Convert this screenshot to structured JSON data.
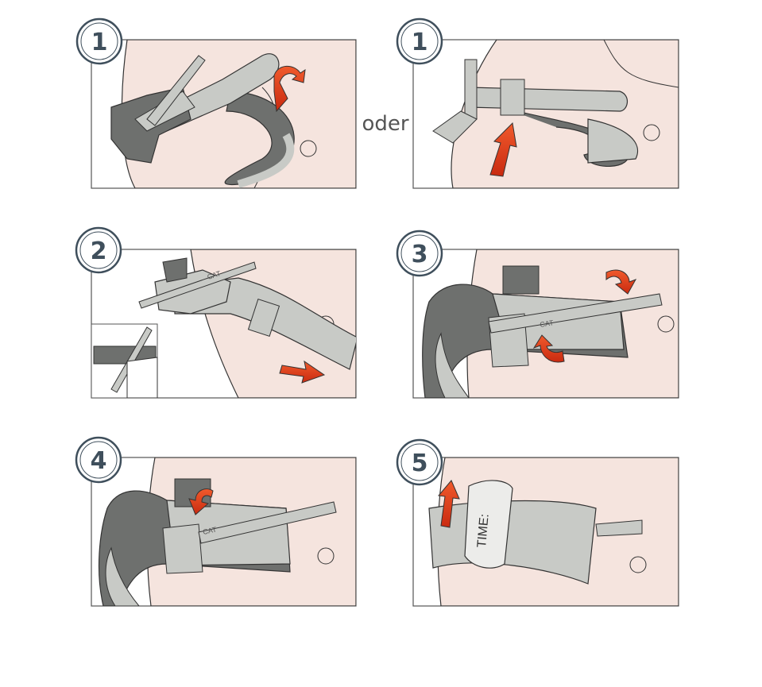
{
  "steps": [
    {
      "number": "1"
    },
    {
      "number": "1"
    },
    {
      "number": "2"
    },
    {
      "number": "3"
    },
    {
      "number": "4"
    },
    {
      "number": "5"
    }
  ],
  "connector_text": "oder",
  "device_label": "CAT",
  "time_label": "TIME:",
  "colors": {
    "skin": "#f5e4de",
    "strap": "#c8cac6",
    "strap_dark": "#6e706e",
    "outline": "#333333",
    "arrow": "#e8401c",
    "badge_border": "#3f4f5c"
  }
}
